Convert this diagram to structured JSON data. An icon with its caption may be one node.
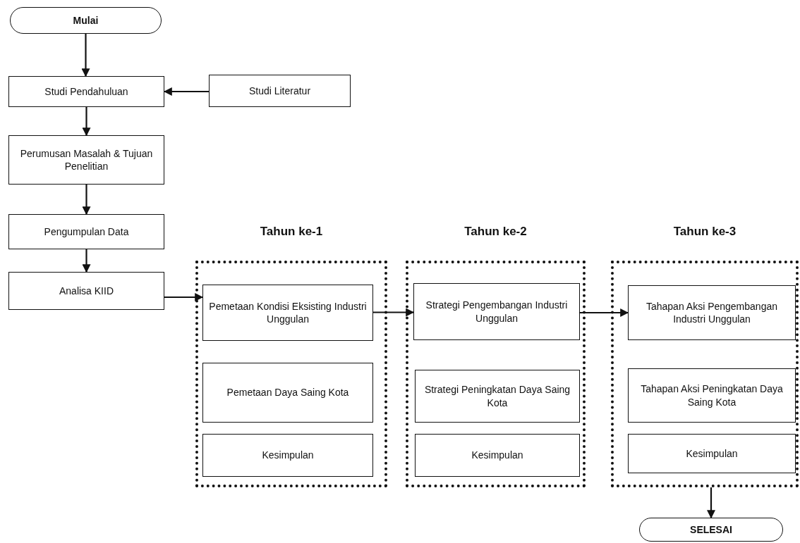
{
  "diagram": {
    "nodes": [
      {
        "text": [
          "Mulai"
        ]
      },
      {
        "text": [
          "Studi Pendahuluan"
        ]
      },
      {
        "text": [
          "Studi Literatur"
        ]
      },
      {
        "text": [
          "Perumusan Masalah & Tujuan Penelitian"
        ]
      },
      {
        "text": [
          "Pengumpulan Data"
        ]
      },
      {
        "text": [
          "Analisa KIID"
        ]
      },
      {
        "text": [
          "Tahun ke-1"
        ]
      },
      {
        "text": [
          "Pemetaan Kondisi Eksisting Industri Unggulan"
        ],
        "in": 6
      },
      {
        "text": [
          "Pemetaan Daya Saing Kota"
        ],
        "in": 6
      },
      {
        "text": [
          "Kesimpulan"
        ],
        "in": 6
      },
      {
        "text": [
          "Tahun ke-2"
        ]
      },
      {
        "text": [
          "Strategi Pengembangan Industri Unggulan"
        ],
        "in": 10
      },
      {
        "text": [
          "Strategi Peningkatan Daya Saing Kota"
        ],
        "in": 10
      },
      {
        "text": [
          "Kesimpulan"
        ],
        "in": 10
      },
      {
        "text": [
          "Tahun ke-3"
        ]
      },
      {
        "text": [
          "Tahapan Aksi Pengembangan Industri Unggulan"
        ],
        "in": 14
      },
      {
        "text": [
          "Tahapan Aksi Peningkatan Daya Saing Kota"
        ],
        "in": 14
      },
      {
        "text": [
          "Kesimpulan"
        ],
        "in": 14
      },
      {
        "text": [
          "SELESAI"
        ]
      }
    ],
    "edges": [
      {
        "from": 0,
        "to": 1,
        "arrow": "to"
      },
      {
        "from": 2,
        "to": 1,
        "arrow": "to"
      },
      {
        "from": 1,
        "to": 3,
        "arrow": "to"
      },
      {
        "from": 3,
        "to": 4,
        "arrow": "to"
      },
      {
        "from": 4,
        "to": 5,
        "arrow": "to"
      },
      {
        "from": 5,
        "to": 7,
        "arrow": "to"
      },
      {
        "from": 7,
        "to": 11,
        "arrow": "to"
      },
      {
        "from": 11,
        "to": 15,
        "arrow": "to"
      },
      {
        "from": 14,
        "to": 18,
        "arrow": "to"
      }
    ]
  }
}
